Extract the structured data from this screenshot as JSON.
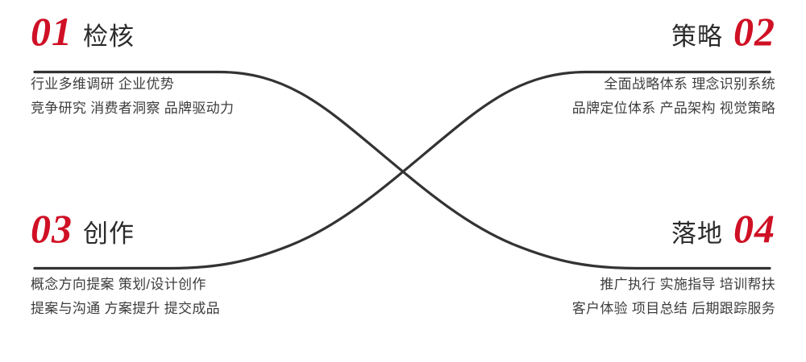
{
  "meta": {
    "colors": {
      "accent_red": "#cf1025",
      "title_dark": "#2b2b2b",
      "body_gray": "#3d3d3d",
      "line_dark": "#333333",
      "background": "#ffffff"
    }
  },
  "diagram": {
    "type": "four-step-crossing-curve-infographic",
    "connector_name": "x-crossing-curves"
  },
  "steps": [
    {
      "number": "01",
      "title": "检核",
      "align": "left",
      "lines": [
        "行业多维调研 企业优势",
        "竞争研究 消费者洞察 品牌驱动力"
      ]
    },
    {
      "number": "02",
      "title": "策略",
      "align": "right",
      "lines": [
        "全面战略体系 理念识别系统",
        "品牌定位体系 产品架构 视觉策略"
      ]
    },
    {
      "number": "03",
      "title": "创作",
      "align": "left",
      "lines": [
        "概念方向提案 策划/设计创作",
        "提案与沟通 方案提升 提交成品"
      ]
    },
    {
      "number": "04",
      "title": "落地",
      "align": "right",
      "lines": [
        "推广执行 实施指导 培训帮扶",
        "客户体验 项目总结 后期跟踪服务"
      ]
    }
  ]
}
